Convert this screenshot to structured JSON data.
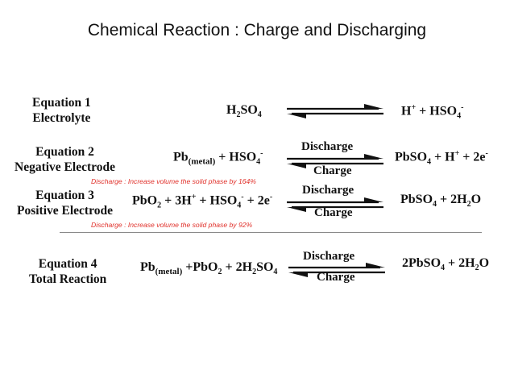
{
  "title": "Chemical Reaction : Charge and Discharging",
  "labels": {
    "discharge": "Discharge",
    "charge": "Charge"
  },
  "equations": [
    {
      "line1": "Equation 1",
      "line2": "Electrolyte",
      "left": {
        "a": "H",
        "b": "2",
        "c": "SO",
        "d": "4"
      },
      "right": {
        "a": "H",
        "b": "+",
        "c": " + HSO",
        "d": "4",
        "e": "-"
      }
    },
    {
      "line1": "Equation 2",
      "line2": "Negative Electrode",
      "left": {
        "a": "Pb",
        "b": "(metal)",
        "c": " + HSO",
        "d": "4",
        "e": "-"
      },
      "right": {
        "a": "PbSO",
        "b": "4",
        "c": " + H",
        "d": "+",
        "e": " + 2e",
        "f": "-"
      }
    },
    {
      "line1": "Equation 3",
      "line2": "Positive Electrode",
      "left": {
        "a": "PbO",
        "b": "2",
        "c": " + 3H",
        "d": "+",
        "e": " + HSO",
        "f": "4",
        "g": "-",
        "h": " + 2e",
        "i": "-"
      },
      "right": {
        "a": "PbSO",
        "b": "4",
        "c": " + 2H",
        "d": "2",
        "e": "O"
      }
    },
    {
      "line1": "Equation 4",
      "line2": "Total Reaction",
      "left": {
        "a": "Pb",
        "b": "(metal)",
        "c": " +PbO",
        "d": "2",
        "e": " + 2H",
        "f": "2",
        "g": "SO",
        "h": "4"
      },
      "right": {
        "a": "2PbSO",
        "b": "4",
        "c": " + 2H",
        "d": "2",
        "e": "O"
      }
    }
  ],
  "notes": {
    "negative": "Discharge : Increase volume the solid phase by 164%",
    "positive": "Discharge : Increase volume the solid phase by 92%"
  }
}
